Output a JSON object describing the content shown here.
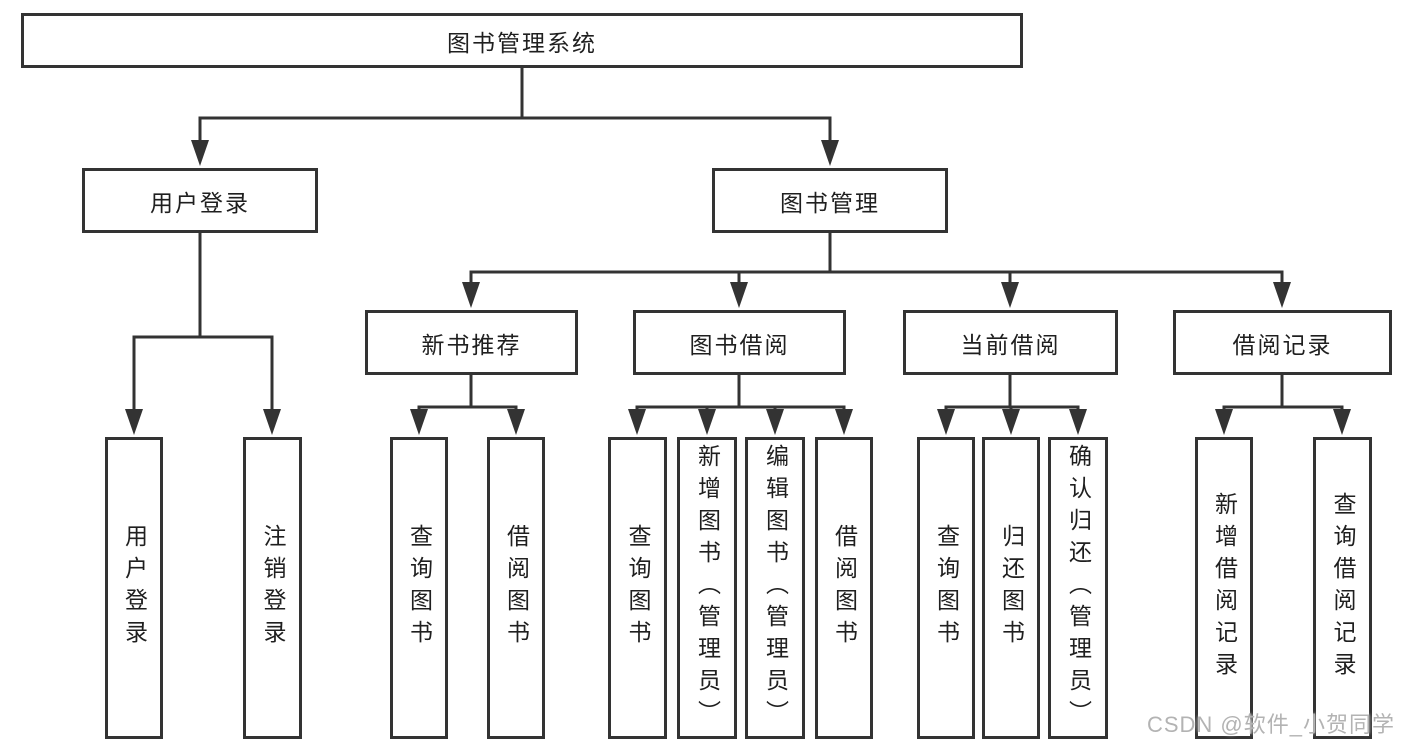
{
  "tree": {
    "root": {
      "label": "图书管理系统"
    },
    "user_login": {
      "label": "用户登录",
      "children": [
        {
          "label": "用户登录"
        },
        {
          "label": "注销登录"
        }
      ]
    },
    "book_management": {
      "label": "图书管理",
      "children": [
        {
          "label": "新书推荐",
          "children": [
            {
              "label": "查询图书"
            },
            {
              "label": "借阅图书"
            }
          ]
        },
        {
          "label": "图书借阅",
          "children": [
            {
              "label": "查询图书"
            },
            {
              "label": "新增图书（管理员）"
            },
            {
              "label": "编辑图书（管理员）"
            },
            {
              "label": "借阅图书"
            }
          ]
        },
        {
          "label": "当前借阅",
          "children": [
            {
              "label": "查询图书"
            },
            {
              "label": "归还图书"
            },
            {
              "label": "确认归还（管理员）"
            }
          ]
        },
        {
          "label": "借阅记录",
          "children": [
            {
              "label": "新增借阅记录"
            },
            {
              "label": "查询借阅记录"
            }
          ]
        }
      ]
    }
  },
  "watermark": {
    "text": "CSDN @软件_小贺同学"
  },
  "colors": {
    "line": "#333333",
    "text": "#1f1f1f",
    "watermark": "#b3b3b3",
    "background": "#ffffff"
  }
}
